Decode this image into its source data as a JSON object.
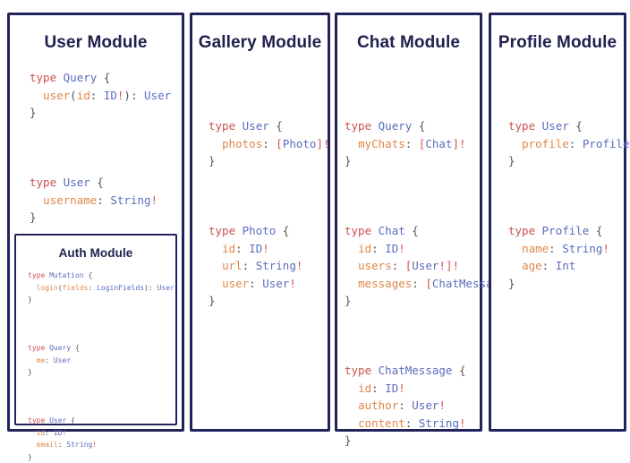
{
  "palette": {
    "panel_border": "#23235c",
    "title_text": "#21214f",
    "background": "#ffffff",
    "code_keyword": "#c8534f",
    "code_typename": "#5b6bbf",
    "code_field": "#e0874a",
    "code_punctuation": "#555555",
    "code_nonnull": "#d2564f"
  },
  "modules": {
    "user": {
      "title": "User Module",
      "code": {
        "l1_kw": "type ",
        "l1_name": "Query",
        "l1_brace": " {",
        "l2_indent": "  ",
        "l2_field": "user",
        "l2_paren_open": "(",
        "l2_arg": "id",
        "l2_colon": ": ",
        "l2_argtype": "ID",
        "l2_argbang": "!",
        "l2_paren_close": ")",
        "l2_rescolon": ": ",
        "l2_restype": "User",
        "l3_close": "}",
        "l4_kw": "type ",
        "l4_name": "User",
        "l4_brace": " {",
        "l5_indent": "  ",
        "l5_field": "username",
        "l5_colon": ": ",
        "l5_type": "String",
        "l5_bang": "!",
        "l6_close": "}"
      },
      "nested": {
        "auth": {
          "title": "Auth Module",
          "code": {
            "l1_kw": "type ",
            "l1_name": "Mutation",
            "l1_brace": " {",
            "l2_indent": "  ",
            "l2_field": "login",
            "l2_paren_open": "(",
            "l2_arg": "fields",
            "l2_colon": ": ",
            "l2_argtype": "LoginFields",
            "l2_paren_close": ")",
            "l2_rescolon": ": ",
            "l2_restype": "User",
            "l3_close": "}",
            "l4_kw": "type ",
            "l4_name": "Query",
            "l4_brace": " {",
            "l5_indent": "  ",
            "l5_field": "me",
            "l5_colon": ": ",
            "l5_type": "User",
            "l6_close": "}",
            "l7_kw": "type ",
            "l7_name": "User",
            "l7_brace": " {",
            "l8_indent": "  ",
            "l8_field": "id",
            "l8_colon": ": ",
            "l8_type": "ID",
            "l8_bang": "!",
            "l9_indent": "  ",
            "l9_field": "email",
            "l9_colon": ": ",
            "l9_type": "String",
            "l9_bang": "!",
            "l10_close": "}"
          }
        }
      }
    },
    "gallery": {
      "title": "Gallery Module",
      "code": {
        "l1_kw": "type ",
        "l1_name": "User",
        "l1_brace": " {",
        "l2_indent": "  ",
        "l2_field": "photos",
        "l2_colon": ": ",
        "l2_open": "[",
        "l2_type": "Photo",
        "l2_close": "]",
        "l2_bang": "!",
        "l3_close": "}",
        "l4_kw": "type ",
        "l4_name": "Photo",
        "l4_brace": " {",
        "l5_indent": "  ",
        "l5_field": "id",
        "l5_colon": ": ",
        "l5_type": "ID",
        "l5_bang": "!",
        "l6_indent": "  ",
        "l6_field": "url",
        "l6_colon": ": ",
        "l6_type": "String",
        "l6_bang": "!",
        "l7_indent": "  ",
        "l7_field": "user",
        "l7_colon": ": ",
        "l7_type": "User",
        "l7_bang": "!",
        "l8_close": "}"
      }
    },
    "chat": {
      "title": "Chat Module",
      "code": {
        "l1_kw": "type ",
        "l1_name": "Query",
        "l1_brace": " {",
        "l2_indent": "  ",
        "l2_field": "myChats",
        "l2_colon": ": ",
        "l2_open": "[",
        "l2_type": "Chat",
        "l2_close": "]",
        "l2_bang": "!",
        "l3_close": "}",
        "l4_kw": "type ",
        "l4_name": "Chat",
        "l4_brace": " {",
        "l5_indent": "  ",
        "l5_field": "id",
        "l5_colon": ": ",
        "l5_type": "ID",
        "l5_bang": "!",
        "l6_indent": "  ",
        "l6_field": "users",
        "l6_colon": ": ",
        "l6_open": "[",
        "l6_type": "User",
        "l6_innerbang": "!",
        "l6_close": "]",
        "l6_bang": "!",
        "l7_indent": "  ",
        "l7_field": "messages",
        "l7_colon": ": ",
        "l7_open": "[",
        "l7_type": "ChatMessage",
        "l7_close": "]",
        "l7_bang": "!",
        "l8_close": "}",
        "l9_kw": "type ",
        "l9_name": "ChatMessage",
        "l9_brace": " {",
        "l10_indent": "  ",
        "l10_field": "id",
        "l10_colon": ": ",
        "l10_type": "ID",
        "l10_bang": "!",
        "l11_indent": "  ",
        "l11_field": "author",
        "l11_colon": ": ",
        "l11_type": "User",
        "l11_bang": "!",
        "l12_indent": "  ",
        "l12_field": "content",
        "l12_colon": ": ",
        "l12_type": "String",
        "l12_bang": "!",
        "l13_close": "}"
      }
    },
    "profile": {
      "title": "Profile Module",
      "code": {
        "l1_kw": "type ",
        "l1_name": "User",
        "l1_brace": " {",
        "l2_indent": "  ",
        "l2_field": "profile",
        "l2_colon": ": ",
        "l2_type": "Profile",
        "l2_bang": "!",
        "l3_close": "}",
        "l4_kw": "type ",
        "l4_name": "Profile",
        "l4_brace": " {",
        "l5_indent": "  ",
        "l5_field": "name",
        "l5_colon": ": ",
        "l5_type": "String",
        "l5_bang": "!",
        "l6_indent": "  ",
        "l6_field": "age",
        "l6_colon": ": ",
        "l6_type": "Int",
        "l7_close": "}"
      }
    }
  }
}
